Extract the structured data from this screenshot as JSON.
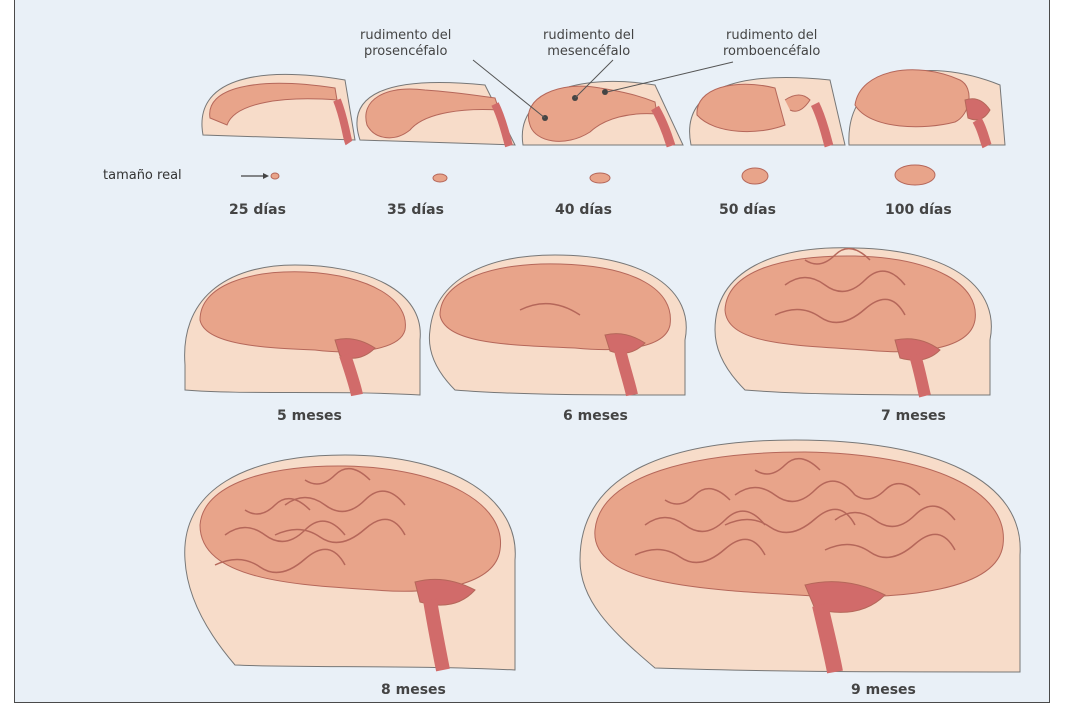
{
  "rudiment_labels": [
    {
      "line1": "rudimento del",
      "line2": "prosencéfalo"
    },
    {
      "line1": "rudimento del",
      "line2": "mesencéfalo"
    },
    {
      "line1": "rudimento del",
      "line2": "romboencéfalo"
    }
  ],
  "actual_size_label": "tamaño real",
  "early_stages": [
    "25 días",
    "35 días",
    "40 días",
    "50 días",
    "100 días"
  ],
  "mid_stages": [
    "5 meses",
    "6 meses",
    "7 meses"
  ],
  "late_stages": [
    "8 meses",
    "9 meses"
  ],
  "colors": {
    "brain": "#e8a48a",
    "brain_outline": "#b5675a",
    "head": "#f7dcc9",
    "cerebellum": "#d16b6a",
    "background": "#e9f0f7"
  }
}
